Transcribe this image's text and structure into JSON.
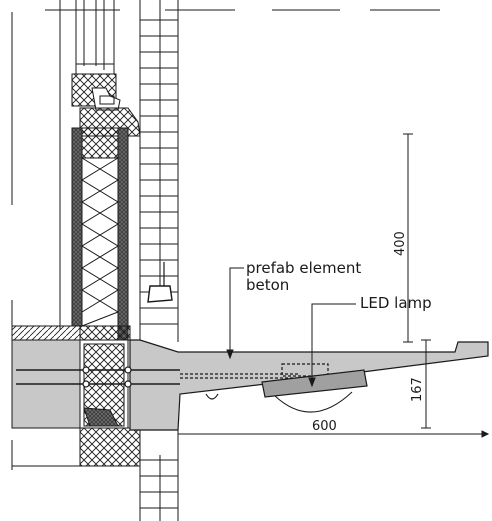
{
  "labels": {
    "prefab_element_line1": "prefab element",
    "prefab_element_line2": "beton",
    "led_lamp": "LED lamp"
  },
  "dimensions": {
    "height_upper": "400",
    "height_lower": "167",
    "width": "600"
  },
  "colors": {
    "line": "#1a1a1a",
    "concrete_grey": "#c8c8c8",
    "lamp_grey": "#a0a0a0",
    "dark_insulation": "#4a4a4a",
    "background": "#ffffff"
  }
}
